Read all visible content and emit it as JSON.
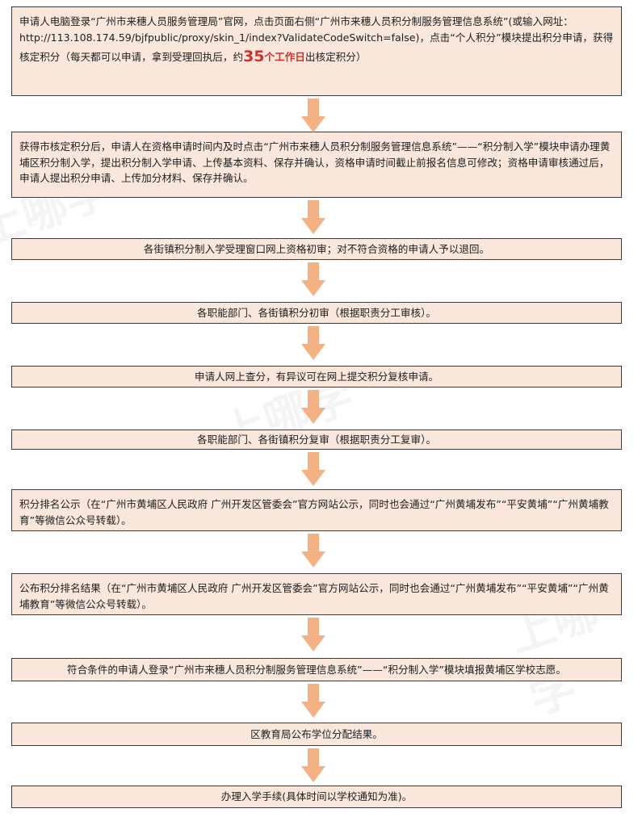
{
  "steps": [
    {
      "parts": [
        {
          "text": "申请人电脑登录“广州市来穗人员服务管理局”官网，点击页面右侧“广州市来穗人员积分制服务管理信息系统”(或输入网址：http://113.108.174.59/bjfpublic/proxy/skin_1/index?ValidateCodeSwitch=false)，点击“个人积分”模块提出积分申请，获得核定积分（每天都可以申请，拿到受理回执后，约"
        },
        {
          "text": "35",
          "style": "hl-num"
        },
        {
          "text": "个工作日",
          "style": "hl-txt"
        },
        {
          "text": "出核定积分）"
        }
      ]
    },
    {
      "parts": [
        {
          "text": "获得市核定积分后，申请人在资格申请时间内及时点击“广州市来穗人员积分制服务管理信息系统”——“积分制入学”模块申请办理黄埔区积分制入学，提出积分制入学申请、上传基本资料、保存并确认，资格申请时间截止前报名信息可修改；资格申请审核通过后，申请人提出积分申请、上传加分材料、保存并确认。"
        }
      ]
    },
    {
      "parts": [
        {
          "text": "各街镇积分制入学受理窗口网上资格初审；对不符合资格的申请人予以退回。"
        }
      ]
    },
    {
      "parts": [
        {
          "text": "各职能部门、各街镇积分初审（根据职责分工审核）。"
        }
      ]
    },
    {
      "parts": [
        {
          "text": "申请人网上查分，有异议可在网上提交积分复核申请。"
        }
      ]
    },
    {
      "parts": [
        {
          "text": "各职能部门、各街镇积分复审（根据职责分工复审）。"
        }
      ]
    },
    {
      "parts": [
        {
          "text": "积分排名公示（在“广州市黄埔区人民政府 广州开发区管委会”官方网站公示，同时也会通过“广州黄埔发布”“平安黄埔”“广州黄埔教育”等微信公众号转载）。"
        }
      ]
    },
    {
      "parts": [
        {
          "text": "公布积分排名结果（在“广州市黄埔区人民政府 广州开发区管委会”官方网站公示，同时也会通过“广州黄埔发布”“平安黄埔”“广州黄埔教育”等微信公众号转载）。"
        }
      ]
    },
    {
      "parts": [
        {
          "text": "符合条件的申请人登录“广州市来穗人员积分制服务管理信息系统”——“积分制入学”模块填报黄埔区学校志愿。"
        }
      ]
    },
    {
      "parts": [
        {
          "text": "区教育局公布学位分配结果。"
        }
      ]
    },
    {
      "parts": [
        {
          "text": "办理入学手续(具体时间以学校通知为准)。"
        }
      ]
    }
  ],
  "watermark": "上哪学",
  "colors": {
    "box_fill": "#f9e7db",
    "border": "#3b3b3b",
    "arrow": "#f4b183",
    "highlight": "#d32f2f"
  }
}
